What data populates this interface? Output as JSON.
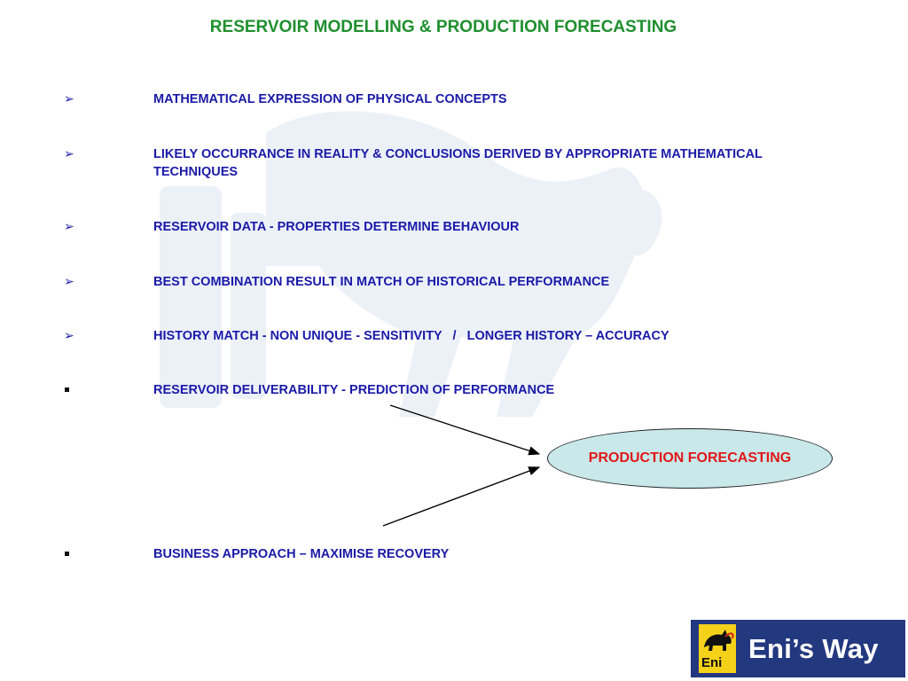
{
  "slide": {
    "title": "RESERVOIR MODELLING & PRODUCTION FORECASTING"
  },
  "bullets": [
    {
      "marker": "arrow",
      "text": "MATHEMATICAL EXPRESSION OF PHYSICAL CONCEPTS"
    },
    {
      "marker": "arrow",
      "text": "LIKELY OCCURRANCE IN REALITY & CONCLUSIONS DERIVED BY APPROPRIATE MATHEMATICAL TECHNIQUES"
    },
    {
      "marker": "arrow",
      "text": "RESERVOIR DATA - PROPERTIES DETERMINE BEHAVIOUR"
    },
    {
      "marker": "arrow",
      "text": "BEST COMBINATION RESULT IN MATCH OF HISTORICAL PERFORMANCE"
    },
    {
      "marker": "arrow",
      "text": "HISTORY MATCH - NON UNIQUE - SENSITIVITY   /   LONGER HISTORY – ACCURACY"
    },
    {
      "marker": "square",
      "text": "RESERVOIR DELIVERABILITY - PREDICTION OF PERFORMANCE"
    },
    {
      "marker": "square",
      "text": "BUSINESS APPROACH – MAXIMISE RECOVERY"
    }
  ],
  "callout": {
    "text": "PRODUCTION FORECASTING"
  },
  "logo": {
    "badge_text": "Eni",
    "text": "Eni’s Way"
  },
  "colors": {
    "title": "#1f8f2e",
    "body_text": "#1a1aa8",
    "callout_text": "#e01818",
    "callout_fill": "#c8e8ea",
    "logo_background": "#22387f",
    "logo_badge": "#f5d21a"
  }
}
